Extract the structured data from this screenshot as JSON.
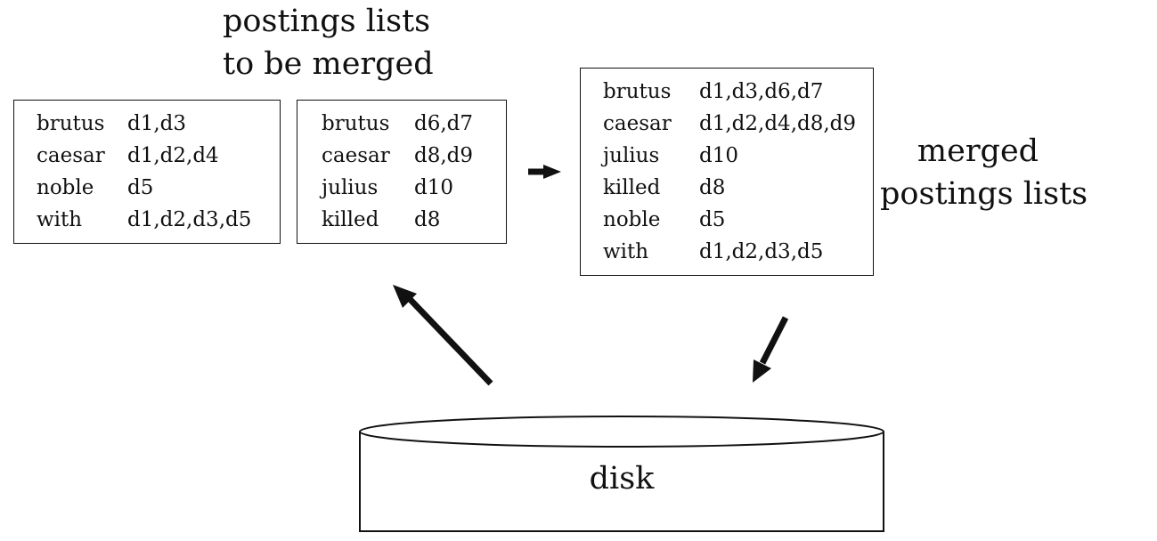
{
  "captions": {
    "to_be_merged": [
      "postings lists",
      "to be merged"
    ],
    "merged": [
      "merged",
      "postings lists"
    ]
  },
  "list_1": [
    {
      "term": "brutus",
      "postings": "d1,d3"
    },
    {
      "term": "caesar",
      "postings": "d1,d2,d4"
    },
    {
      "term": "noble",
      "postings": "d5"
    },
    {
      "term": "with",
      "postings": "d1,d2,d3,d5"
    }
  ],
  "list_2": [
    {
      "term": "brutus",
      "postings": "d6,d7"
    },
    {
      "term": "caesar",
      "postings": "d8,d9"
    },
    {
      "term": "julius",
      "postings": "d10"
    },
    {
      "term": "killed",
      "postings": "d8"
    }
  ],
  "merged_list": [
    {
      "term": "brutus",
      "postings": "d1,d3,d6,d7"
    },
    {
      "term": "caesar",
      "postings": "d1,d2,d4,d8,d9"
    },
    {
      "term": "julius",
      "postings": "d10"
    },
    {
      "term": "killed",
      "postings": "d8"
    },
    {
      "term": "noble",
      "postings": "d5"
    },
    {
      "term": "with",
      "postings": "d1,d2,d3,d5"
    }
  ],
  "disk": {
    "label": "disk"
  }
}
